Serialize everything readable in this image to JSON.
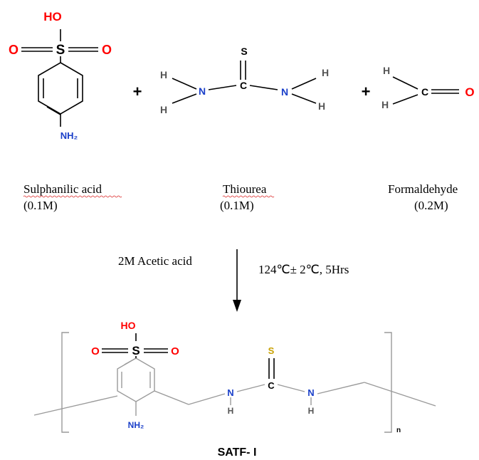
{
  "atoms": {
    "s": "S",
    "o": "O",
    "n": "N",
    "c": "C",
    "h": "H",
    "ho": "HO",
    "nh2": "NH₂"
  },
  "operators": {
    "plus": "+"
  },
  "reactants": [
    {
      "name": "Sulphanilic acid",
      "conc": "(0.1M)"
    },
    {
      "name": "Thiourea",
      "conc": "(0.1M)"
    },
    {
      "name": "Formaldehyde",
      "conc": "(0.2M)"
    }
  ],
  "conditions": {
    "reagent": "2M Acetic acid",
    "temperature_time": "124℃± 2℃, 5Hrs"
  },
  "product": {
    "repeat_subscript": "n",
    "name": "SATF- I"
  },
  "colors": {
    "oxygen": "#ff0000",
    "sulfur_top": "#000000",
    "sulfur_product": "#c8a000",
    "nitrogen": "#1a3fc9",
    "carbon": "#000000",
    "hydrogen": "#555555"
  }
}
